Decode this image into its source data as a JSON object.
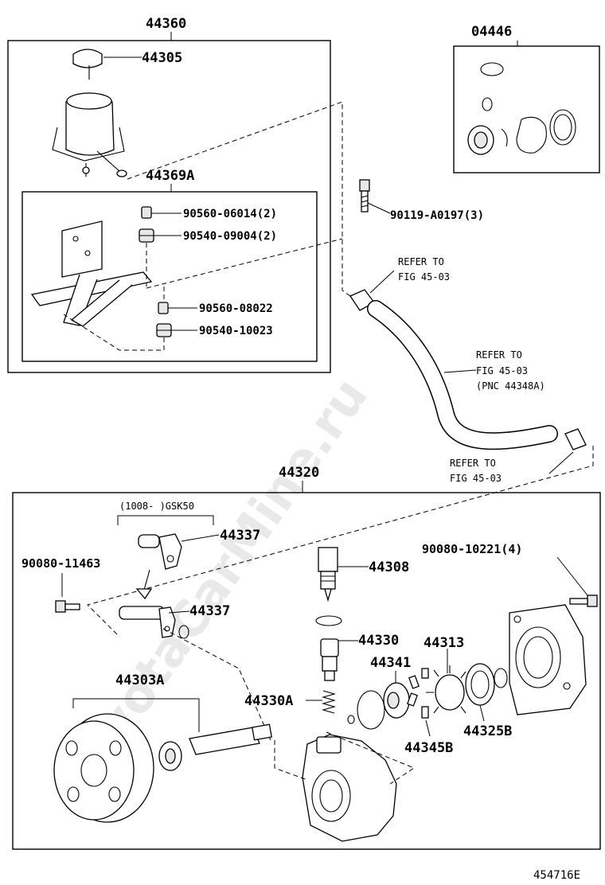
{
  "watermark": "ToyotaCarMine.ru",
  "labels": {
    "grp_44360": "44360",
    "p_44305": "44305",
    "grp_44369A": "44369A",
    "p_90560_06014": "90560-06014(2)",
    "p_90540_09004": "90540-09004(2)",
    "p_90560_08022": "90560-08022",
    "p_90540_10023": "90540-10023",
    "grp_04446": "04446",
    "p_90119": "90119-A0197(3)",
    "refer1_a": "REFER TO",
    "refer1_b": "FIG 45-03",
    "refer2_a": "REFER TO",
    "refer2_b": "FIG 45-03",
    "refer2_c": "(PNC 44348A)",
    "refer3_a": "REFER TO",
    "refer3_b": "FIG 45-03",
    "grp_44320": "44320",
    "note_gsk": "(1008- )GSK50",
    "p_44337_a": "44337",
    "p_44337_b": "44337",
    "p_90080_11463": "90080-11463",
    "p_90080_10221": "90080-10221(4)",
    "p_44308": "44308",
    "p_44330": "44330",
    "p_44313": "44313",
    "p_44341": "44341",
    "p_44330A": "44330A",
    "p_44325B": "44325B",
    "p_44345B": "44345B",
    "p_44303A": "44303A",
    "fig_code": "454716E"
  }
}
